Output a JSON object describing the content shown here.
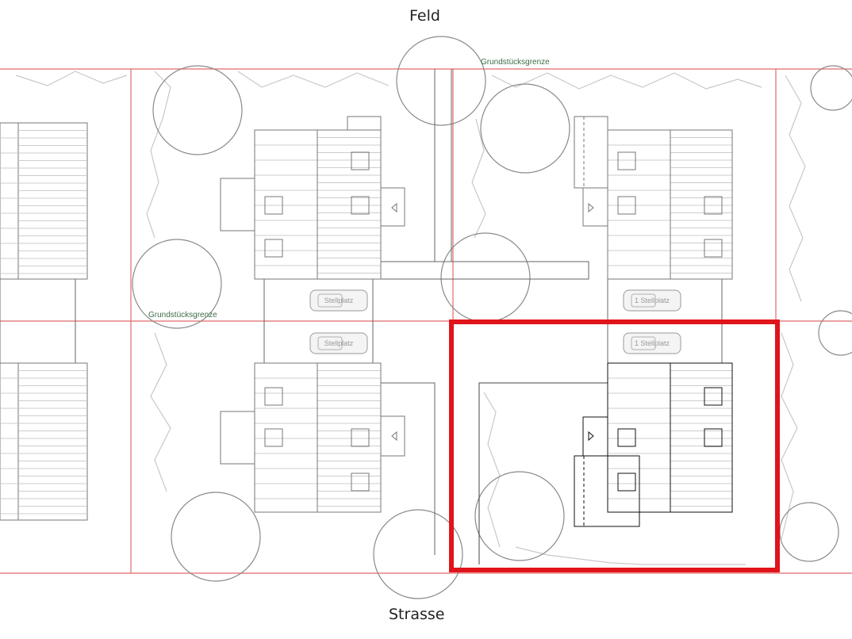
{
  "labels": {
    "top": "Feld",
    "bottom": "Strasse",
    "boundary_top": "Grundstücksgrenze",
    "boundary_left": "Grundstücksgrenze"
  },
  "parking": {
    "label_plain": "Stellplatz",
    "label_numbered": "1 Stellplatz"
  },
  "colors": {
    "boundary": "#e06b6b",
    "highlight": "#e0141b",
    "building": "#777777",
    "tree": "#8a8a8a",
    "label": "#3c6e47"
  }
}
